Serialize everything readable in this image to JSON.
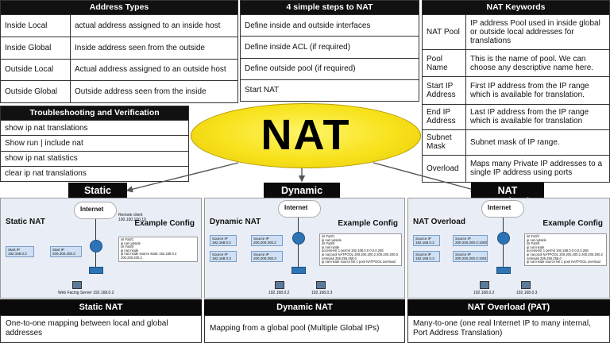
{
  "address_types": {
    "header": "Address Types",
    "rows": [
      {
        "key": "Inside Local",
        "value": "actual address assigned to an inside host"
      },
      {
        "key": "Inside Global",
        "value": "Inside address seen from the outside"
      },
      {
        "key": "Outside Local",
        "value": "Actual address assigned to an outside host"
      },
      {
        "key": "Outside Global",
        "value": "Outside address seen from the inside"
      }
    ]
  },
  "steps": {
    "header": "4 simple steps to NAT",
    "rows": [
      "Define inside and outside interfaces",
      "Define inside ACL (if required)",
      "Define outside pool (if required)",
      "Start NAT"
    ]
  },
  "keywords": {
    "header": "NAT Keywords",
    "rows": [
      {
        "key": "NAT Pool",
        "value": "IP address Pool used in inside global or outside local addresses for translations"
      },
      {
        "key": "Pool Name",
        "value": "This is the name of pool. We can choose any descriptive name here."
      },
      {
        "key": "Start IP Address",
        "value": "First IP address from the IP range which is available for translation."
      },
      {
        "key": "End IP Address",
        "value": "Last IP address from the IP range which is available for translation"
      },
      {
        "key": "Subnet Mask",
        "value": "Subnet mask of IP range."
      },
      {
        "key": "Overload",
        "value": "Maps many Private IP addresses to a single IP address using ports"
      }
    ]
  },
  "troubleshooting": {
    "header": "Troubleshooting and Verification",
    "rows": [
      "show ip nat translations",
      "Show run | include nat",
      "show ip nat statistics",
      "clear ip nat translations"
    ]
  },
  "center_label": "NAT",
  "sections": [
    {
      "title": "Static NAT",
      "panel_title": "Static NAT",
      "panel_config": "Example Config",
      "internet": "Internet",
      "remote": "Remote client 100.100.100.10",
      "src_box": "Start IP 192.168.0.2",
      "dst_box": "Start IP 200.200.200.2",
      "cfg": [
        "int Fa0/1",
        "ip nat outside",
        "int Fa0/0",
        "ip nat inside",
        "ip nat inside source static 192.168.0.2 200.200.200.2"
      ],
      "server": "Web Facing Server 192.168.0.2",
      "bottom_title": "Static NAT",
      "bottom_desc": "One-to-one mapping between local and global addresses"
    },
    {
      "title": "Dynamic NAT",
      "panel_title": "Dynamic NAT",
      "panel_config": "Example Config",
      "internet": "Internet",
      "src_box": "Source IP 192.168.0.2",
      "src_box2": "Source IP 192.168.0.3",
      "dst_box": "Source IP 200.200.200.2",
      "dst_box2": "Source IP 200.200.200.3",
      "cfg": [
        "int Fa0/1",
        "ip nat outside",
        "int Fa0/0",
        "ip nat inside",
        "access-list 1 permit 192.168.0.0 0.0.0.255",
        "ip nat pool NATPOOL 200.200.200.2 200.200.200.5",
        "netmask 255.255.255.0",
        "ip nat inside source list 1 pool NATPOOL overload"
      ],
      "pc1": "192.168.0.2",
      "pc2": "192.168.0.3",
      "bottom_title": "Dynamic NAT",
      "bottom_desc": "Mapping from a global pool (Multiple Global IPs)"
    },
    {
      "title": "NAT Overload",
      "panel_title": "NAT Overload",
      "panel_config": "Example Config",
      "internet": "Internet",
      "src_box": "Source IP 192.168.0.2",
      "src_box2": "Source IP 192.168.0.3",
      "dst_box": "Source IP 200.200.200.2:1000",
      "dst_box2": "Source IP 200.200.200.2:1001",
      "cfg": [
        "int Fa0/1",
        "ip nat outside",
        "int Fa0/0",
        "ip nat inside",
        "access-list 1 permit 192.168.0.0 0.0.0.255",
        "ip nat pool NATPOOL 200.200.200.2 200.200.200.2",
        "netmask 255.255.255.0",
        "ip nat inside source list 1 pool NATPOOL overload"
      ],
      "pc1": "192.168.0.2",
      "pc2": "192.168.0.3",
      "bottom_title": "NAT Overload (PAT)",
      "bottom_desc": "Many-to-one (one real Internet IP to many internal, Port Address Translation)"
    }
  ],
  "colors": {
    "oval": "#f7e21b",
    "header_bg": "#0a0a0a",
    "panel_bg": "#e9eef6",
    "router": "#2e74b5"
  }
}
